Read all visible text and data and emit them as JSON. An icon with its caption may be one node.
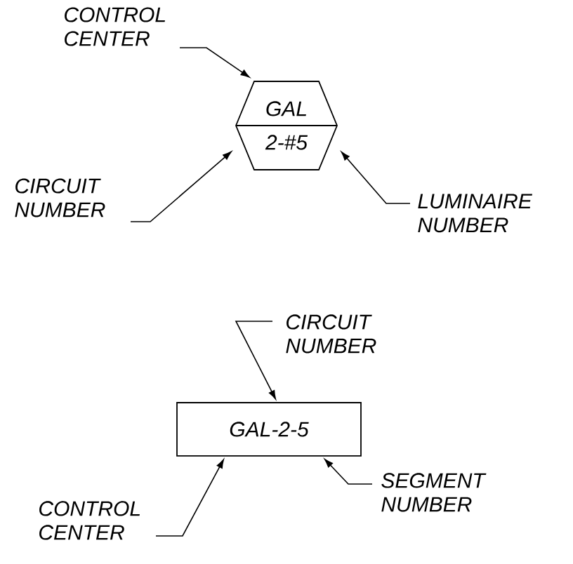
{
  "diagram": {
    "nodes": [
      {
        "text": [
          "CONTROL CENTER"
        ]
      },
      {
        "text": [
          "GAL",
          "2-#5"
        ]
      },
      {
        "text": [
          "CIRCUIT NUMBER"
        ]
      },
      {
        "text": [
          "LUMINAIRE NUMBER"
        ]
      },
      {
        "text": [
          "CIRCUIT NUMBER"
        ]
      },
      {
        "text": [
          "GAL-2-5"
        ]
      },
      {
        "text": [
          "CONTROL CENTER"
        ]
      },
      {
        "text": [
          "SEGMENT NUMBER"
        ]
      }
    ],
    "edges": [
      {
        "from": 0,
        "to": 1,
        "arrow": "to"
      },
      {
        "from": 2,
        "to": 1,
        "arrow": "to"
      },
      {
        "from": 3,
        "to": 1,
        "arrow": "to"
      },
      {
        "from": 4,
        "to": 5,
        "arrow": "to"
      },
      {
        "from": 6,
        "to": 5,
        "arrow": "to"
      },
      {
        "from": 7,
        "to": 5,
        "arrow": "to"
      }
    ]
  }
}
